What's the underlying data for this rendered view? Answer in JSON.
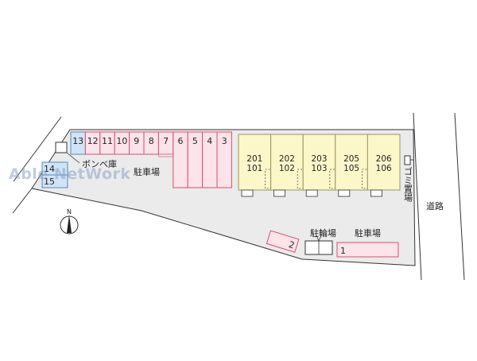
{
  "watermark": "Able NetWork",
  "parking_bays_top": [
    "13",
    "12",
    "11",
    "10",
    "9",
    "8",
    "7",
    "6",
    "5",
    "4",
    "3"
  ],
  "parking_bays_left": [
    "14",
    "15"
  ],
  "bay_2": "2",
  "bay_1": "1",
  "units": [
    {
      "upper": "201",
      "lower": "101"
    },
    {
      "upper": "202",
      "lower": "102"
    },
    {
      "upper": "203",
      "lower": "103"
    },
    {
      "upper": "205",
      "lower": "105"
    },
    {
      "upper": "206",
      "lower": "106"
    }
  ],
  "labels": {
    "gas_storage": "ボンベ庫",
    "parking_main": "駐車場",
    "bicycle_parking": "駐輪場",
    "parking_right": "駐車場",
    "garbage": "ゴミ置場",
    "road": "道路",
    "north": "N"
  },
  "colors": {
    "lot": "#ebebeb",
    "parking_pink": "#fde3ea",
    "parking_border": "#d4506e",
    "parking_blue": "#cfe4f7",
    "blue_border": "#5a86b8",
    "building": "#fbf7c8",
    "building_border": "#9a9560"
  }
}
